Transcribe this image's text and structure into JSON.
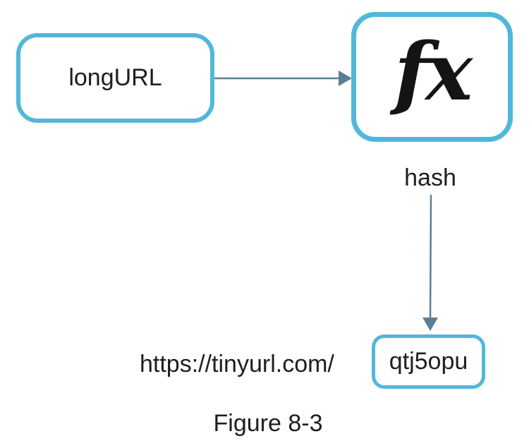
{
  "figure": {
    "caption": "Figure 8-3",
    "short_url_prefix": "https://tinyurl.com/",
    "nodes": {
      "long_url": {
        "label": "longURL"
      },
      "hash_function": {
        "symbol": "fx"
      },
      "short_url": {
        "value": "qtj5opu"
      }
    },
    "edges": {
      "hash_output_label": "hash"
    },
    "colors": {
      "node_border": "#52b7da",
      "arrow": "#5b7e95",
      "text": "#1e1e1e"
    }
  }
}
